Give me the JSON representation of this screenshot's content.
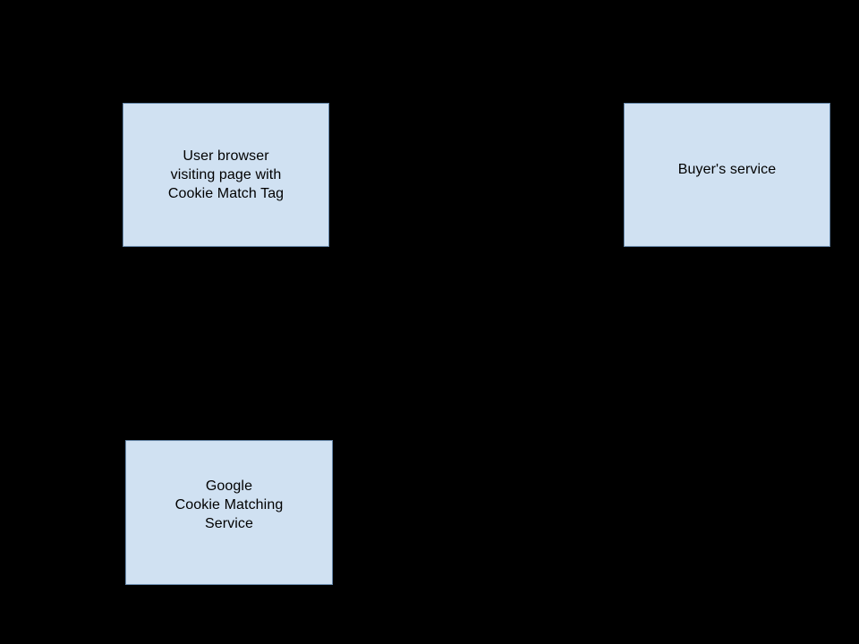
{
  "diagram": {
    "background_color": "#000000",
    "node_fill_color": "#d0e1f2",
    "node_border_color": "#6b8cae",
    "node_text_color": "#000000",
    "nodes": [
      {
        "id": "user-browser",
        "label": "User browser\nvisiting page with\nCookie Match Tag"
      },
      {
        "id": "buyers-service",
        "label": "Buyer's service"
      },
      {
        "id": "google-cookie-matching",
        "label": "Google\nCookie Matching\nService"
      }
    ]
  }
}
